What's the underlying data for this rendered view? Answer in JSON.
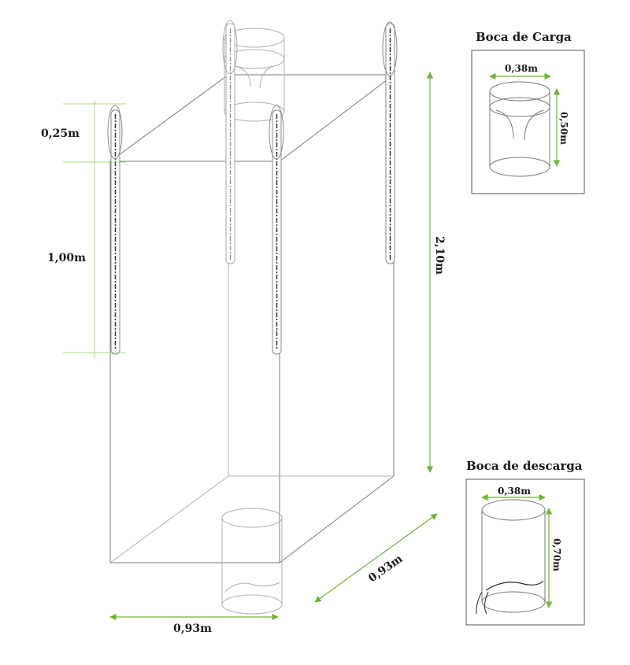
{
  "colors": {
    "dimension_arrow": "#6fb52c",
    "outline": "#7a7a7a",
    "background": "#ffffff"
  },
  "bag": {
    "loop_height_label": "0,25m",
    "loop_strap_label": "1,00m",
    "total_height_label": "2,10m",
    "depth_label": "0,93m",
    "width_label": "0,93m"
  },
  "inset_carga": {
    "title": "Boca de Carga",
    "diameter_label": "0,38m",
    "height_label": "0,50m"
  },
  "inset_descarga": {
    "title": "Boca de descarga",
    "diameter_label": "0,38m",
    "height_label": "0,70m"
  }
}
